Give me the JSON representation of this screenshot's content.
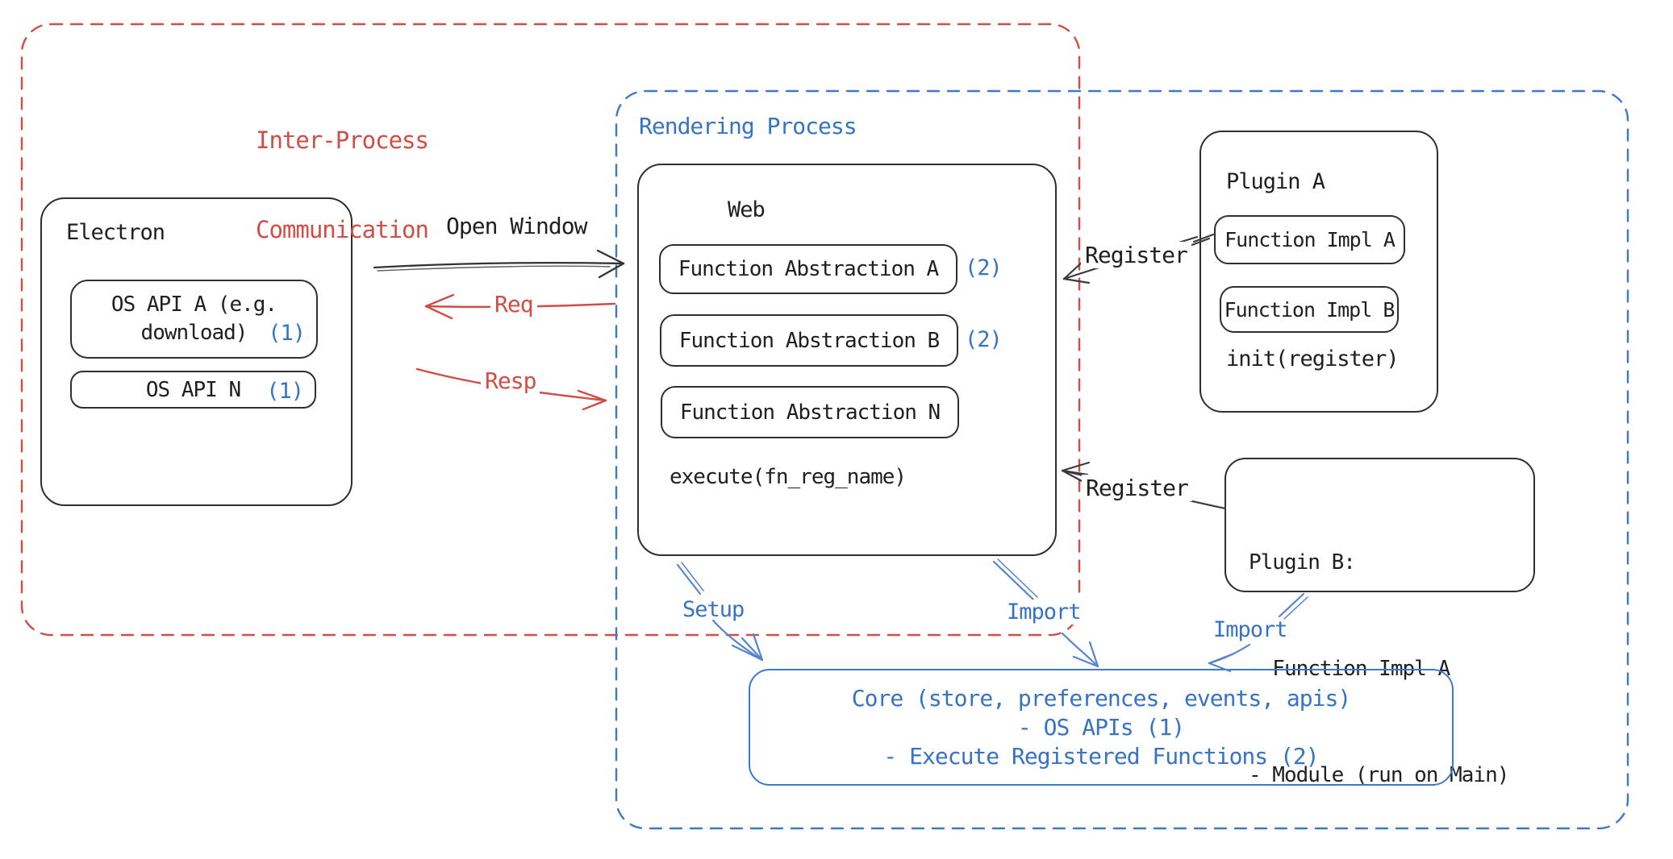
{
  "regions": {
    "ipc": {
      "title_line1": "Inter-Process",
      "title_line2": "Communication"
    },
    "rendering": {
      "title": "Rendering Process"
    }
  },
  "electron": {
    "title": "Electron",
    "api_a": {
      "line1": "OS API A (e.g.",
      "line2": "download)",
      "note": "(1)"
    },
    "api_n": {
      "label": "OS API N",
      "note": "(1)"
    }
  },
  "web": {
    "title": "Web",
    "abstractions": [
      {
        "label": "Function Abstraction A",
        "note": "(2)"
      },
      {
        "label": "Function Abstraction B",
        "note": "(2)"
      },
      {
        "label": "Function Abstraction N",
        "note": ""
      }
    ],
    "execute": "execute(fn_reg_name)"
  },
  "plugin_a": {
    "title": "Plugin A",
    "impl_a": "Function Impl A",
    "impl_b": "Function Impl B",
    "footer": "init(register)"
  },
  "plugin_b": {
    "line1": "Plugin B:",
    "line2": "- Function Impl A",
    "line3": "- Module (run on Main)"
  },
  "core": {
    "line1": "Core (store, preferences, events, apis)",
    "line2": "- OS APIs (1)",
    "line3": "- Execute Registered Functions (2)"
  },
  "labels": {
    "open_window": "Open Window",
    "req": "Req",
    "resp": "Resp",
    "register_top": "Register",
    "register_bottom": "Register",
    "setup": "Setup",
    "import_web": "Import",
    "import_plugin": "Import"
  },
  "colors": {
    "red": "#d24d45",
    "blue": "#3673c5",
    "ink": "#1f1f1f"
  }
}
